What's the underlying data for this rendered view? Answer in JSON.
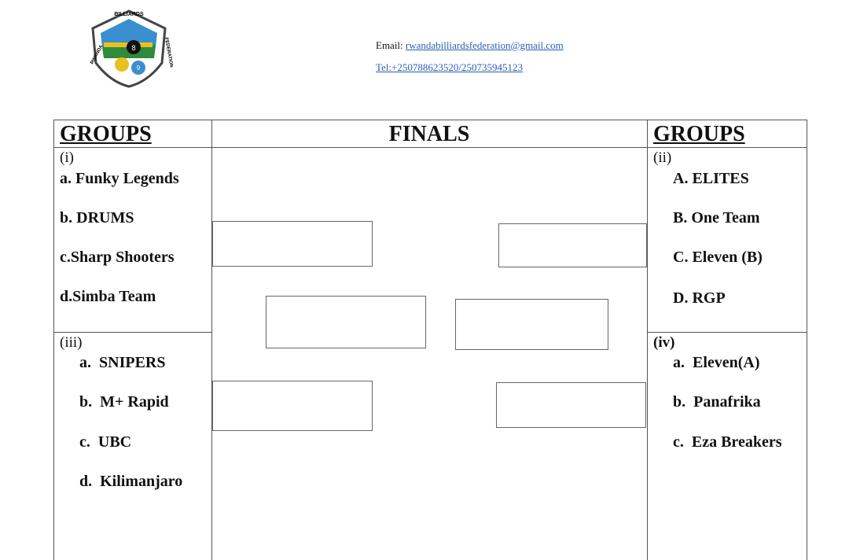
{
  "header": {
    "email_label": "Email:",
    "email": "rwandabilliardsfederation@gmail.com",
    "tel": "Tel:+250788623520/250735945123",
    "logo_text_top": "BILLIARDS",
    "logo_text_left": "RWANDA",
    "logo_text_right": "FEDERATION",
    "logo_ball_8": "8",
    "logo_ball_9": "9",
    "colors": {
      "sky_blue": "#3a8fd0",
      "gold": "#e8c020",
      "green": "#2f8a3a",
      "shield_outline": "#444444"
    }
  },
  "table": {
    "left_header": "GROUPS",
    "center_header": "FINALS",
    "right_header": "GROUPS",
    "groups": [
      {
        "label": "(i)",
        "teams": [
          "a. Funky Legends",
          "b. DRUMS",
          "c.Sharp Shooters",
          "d.Simba Team"
        ]
      },
      {
        "label": "(ii)",
        "teams": [
          "A. ELITES",
          "B. One Team",
          "C. Eleven (B)",
          "D. RGP"
        ]
      },
      {
        "label": "(iii)",
        "teams": [
          "a.  SNIPERS",
          "b.  M+ Rapid",
          "c.  UBC",
          "d.  Kilimanjaro"
        ]
      },
      {
        "label": "(iv)",
        "teams": [
          "a.  Eleven(A)",
          "b.  Panafrika",
          "c.  Eza Breakers"
        ]
      }
    ]
  }
}
